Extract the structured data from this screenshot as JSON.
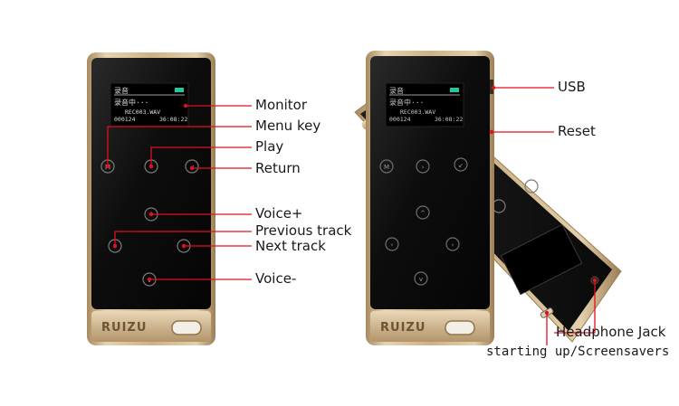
{
  "brand": "RUIZU",
  "screen": {
    "title": "录音",
    "status": "录音中···",
    "file": "REC003.WAV",
    "elapsed": "000124",
    "total": "36:08:22"
  },
  "callouts": {
    "monitor": "Monitor",
    "menu_key": "Menu key",
    "play": "Play",
    "return": "Return",
    "voice_up": "Voice+",
    "previous_track": "Previous track",
    "next_track": "Next track",
    "voice_down": "Voice-",
    "usb": "USB",
    "reset": "Reset",
    "headphone_jack": "Headphone Jack",
    "startup": "starting up/Screensavers"
  },
  "colors": {
    "callout_line": "#e01020",
    "body_gold": "#c9ad82",
    "face_black": "#101010"
  }
}
